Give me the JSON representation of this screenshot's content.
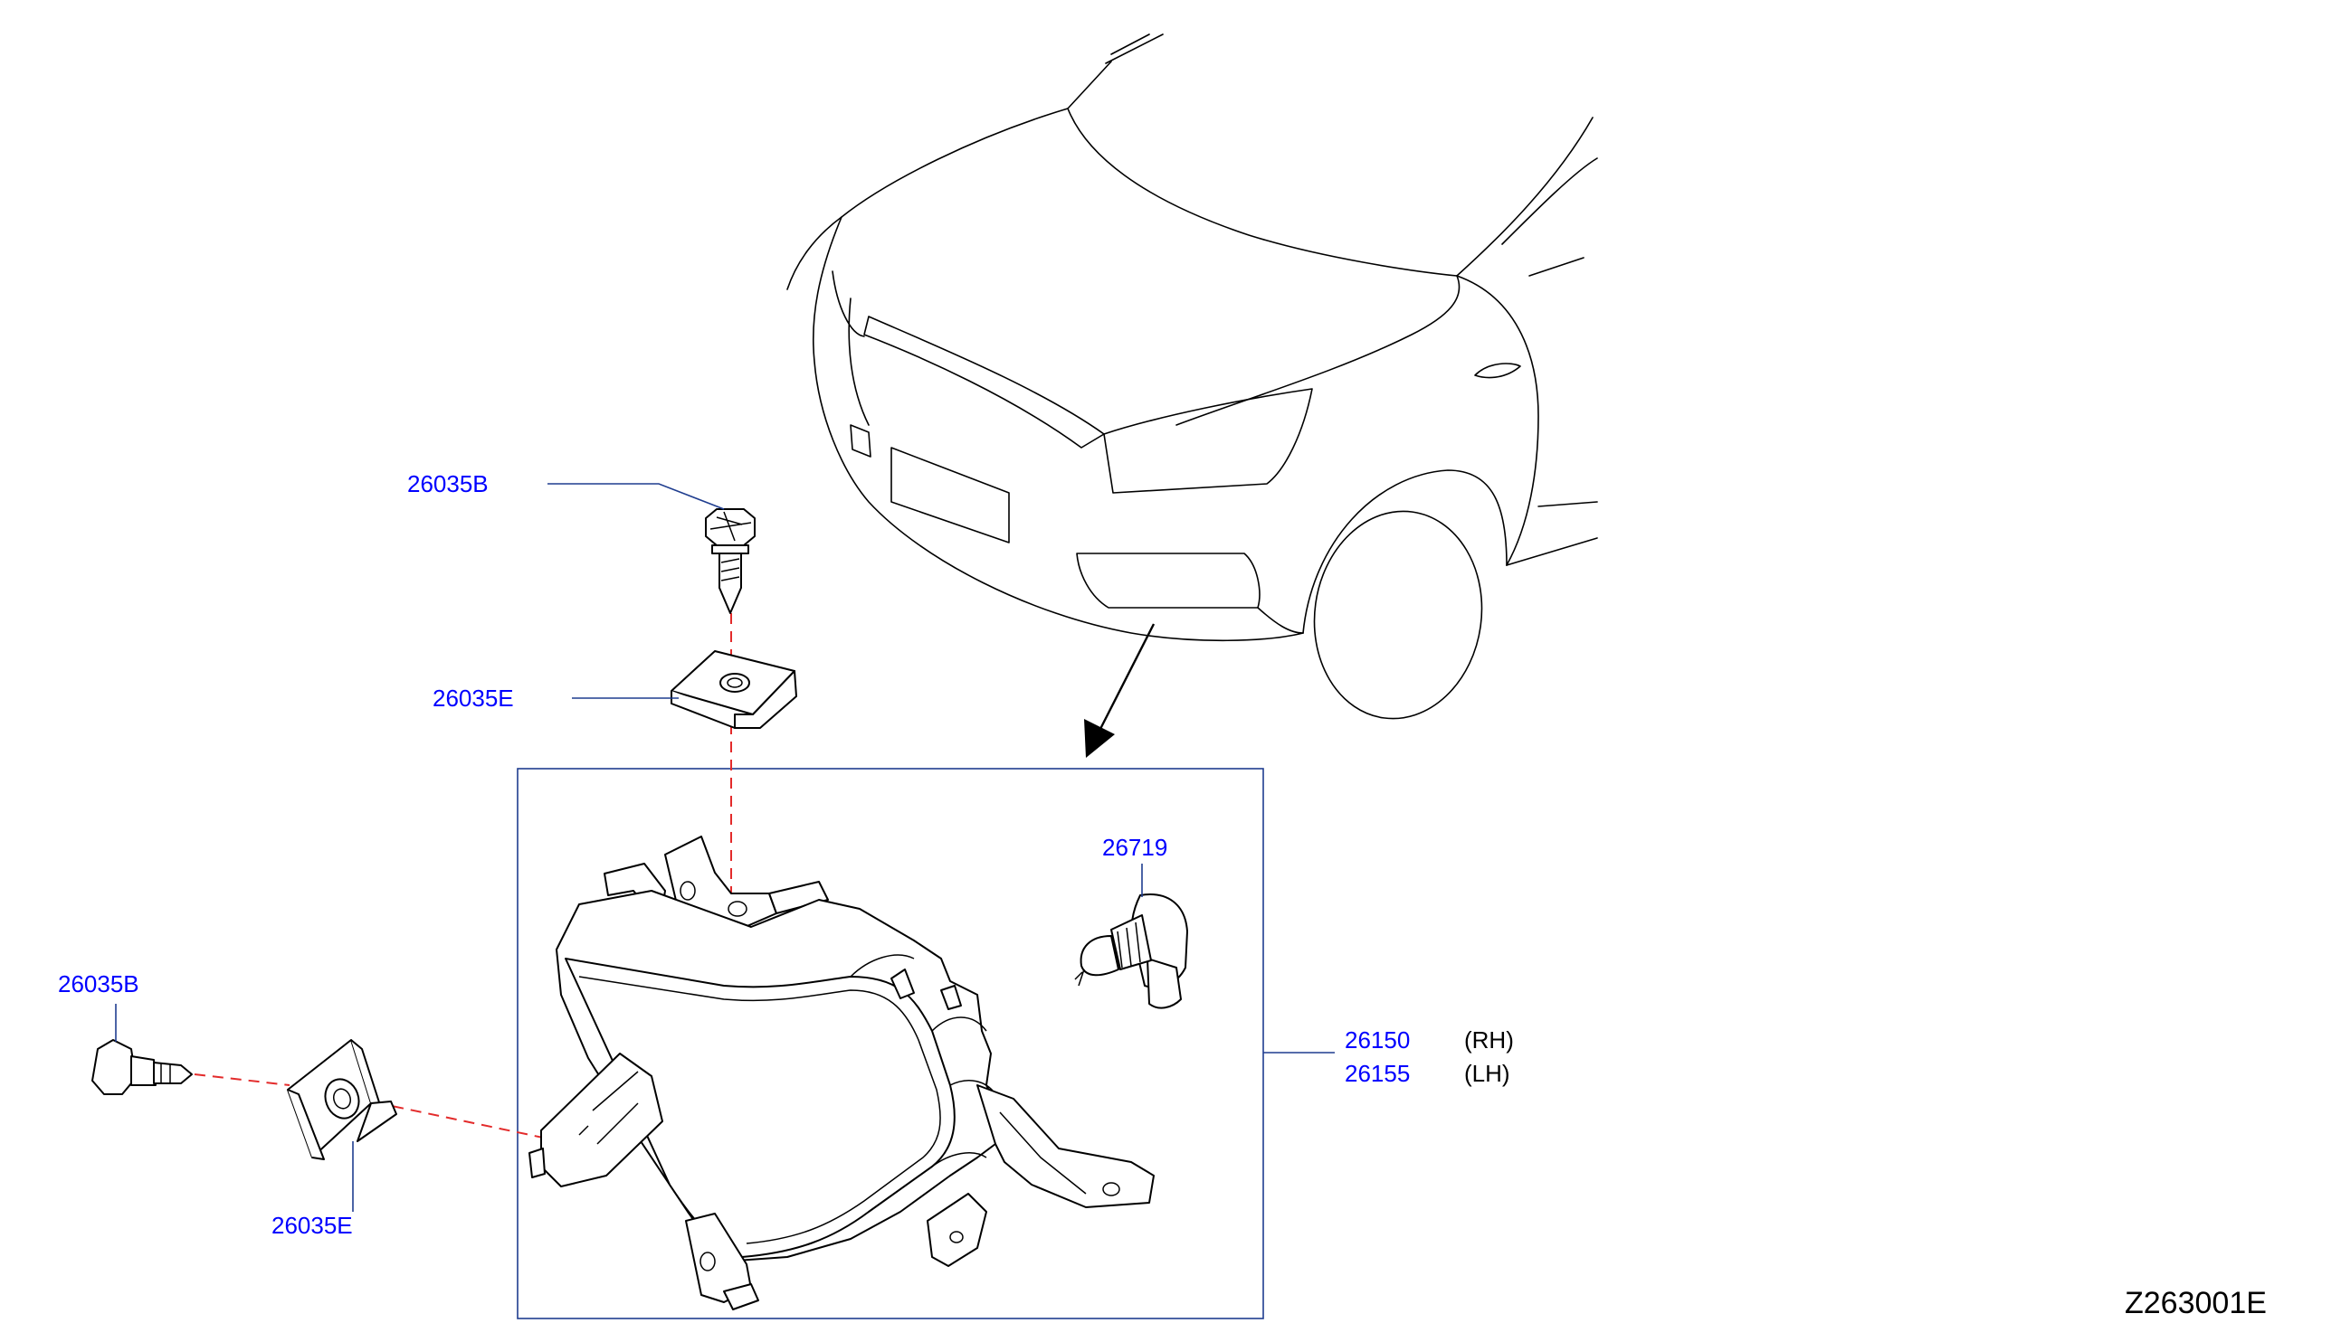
{
  "diagram_code": "Z263001E",
  "parts": [
    {
      "part_number": "26035B"
    },
    {
      "part_number": "26035E"
    },
    {
      "part_number": "26035B"
    },
    {
      "part_number": "26035E"
    },
    {
      "part_number": "26719"
    },
    {
      "part_number": "26150",
      "side": "(RH)"
    },
    {
      "part_number": "26155",
      "side": "(LH)"
    }
  ],
  "colors": {
    "label": "#0000ff",
    "leader": "#1f3d8f",
    "assembly_line": "#e32b2b"
  }
}
